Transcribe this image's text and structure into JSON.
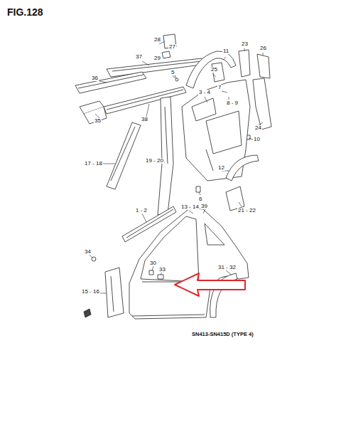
{
  "diagram": {
    "title": "FIG.128",
    "labels": [
      "28",
      "27",
      "37",
      "29",
      "5",
      "11",
      "23",
      "26",
      "25",
      "36",
      "7",
      "3 - 4",
      "8 - 9",
      "38",
      "35",
      "10",
      "24",
      "17 - 18",
      "19 - 20",
      "12",
      "6",
      "39",
      "13 - 14",
      "21 - 22",
      "1 - 2",
      "34",
      "30",
      "33",
      "31 - 32",
      "15 - 16",
      "SN413-SN415D (TYPE 4)"
    ]
  }
}
